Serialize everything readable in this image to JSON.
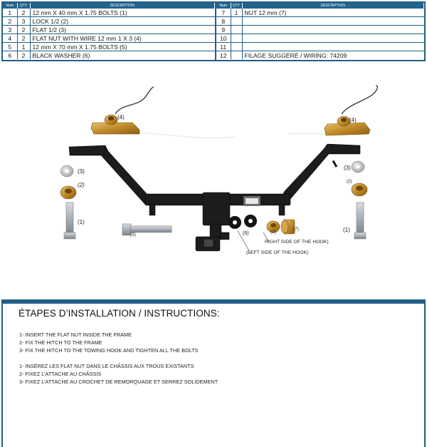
{
  "table": {
    "headers": {
      "num": "Num",
      "qty": "QTY",
      "description": "DESCRIPTION"
    },
    "left": [
      {
        "num": "1",
        "qty": "2",
        "description": "12 mm X 40 mm X 1.75 BOLTS (1)"
      },
      {
        "num": "2",
        "qty": "3",
        "description": "LOCK 1/2 (2)"
      },
      {
        "num": "3",
        "qty": "2",
        "description": "FLAT 1/2 (3)"
      },
      {
        "num": "4",
        "qty": "2",
        "description": "FLAT NUT WITH WIRE 12 mm  1 X 3 (4)"
      },
      {
        "num": "5",
        "qty": "1",
        "description": "12 mm X 70 mm X 1.75 BOLTS (5)"
      },
      {
        "num": "6",
        "qty": "2",
        "description": "BLACK WASHER (6)"
      }
    ],
    "right": [
      {
        "num": "7",
        "qty": "1",
        "description": "NUT 12 mm (7)"
      },
      {
        "num": "8",
        "qty": "",
        "description": ""
      },
      {
        "num": "9",
        "qty": "",
        "description": ""
      },
      {
        "num": "10",
        "qty": "",
        "description": ""
      },
      {
        "num": "11",
        "qty": "",
        "description": ""
      },
      {
        "num": "12",
        "qty": "",
        "description": "FILAGE SUGGÉRÉ / WIRING: 74209"
      }
    ]
  },
  "diagram": {
    "labels": {
      "flat_nut_left": "(4)",
      "flat_nut_right": "(4)",
      "washer_left": "(3)",
      "washer_right": "(3)",
      "lock_left": "(2)",
      "lock_right": "(2)",
      "bolt_left": "(1)",
      "bolt_right": "(1)",
      "long_bolt": "(5)",
      "black_washer": "(6)",
      "lock_center": "(2)",
      "nut": "(7)",
      "right_side": "RIGHT SIDE OF THE HOOK)",
      "left_side": "(LEFT SIDE OF THE HOOK)"
    }
  },
  "instructions": {
    "title": "ÉTAPES D’INSTALLATION / INSTRUCTIONS:",
    "en": [
      "1- INSERT THE FLAT NUT INSIDE THE FRAME",
      "2-  FIX THE HITCH TO THE FRAME",
      "3- FIX THE HITCH TO THE TOWING HOOK AND TIGHTEN ALL THE BOLTS"
    ],
    "fr": [
      "1- INSÉREZ LES FLAT NUT DANS LE CHÂSSIS  AUX TROUS EXISTANTS",
      "2- FIXEZ L’ATTACHE AU CHÂSSIS",
      "3- FIXEZ L’ATTACHE AU CROCHET DE REMORQUAGE ET SERREZ SOLIDEMENT"
    ]
  },
  "colors": {
    "frame": "#1f5f86",
    "header": "#23638d",
    "brass": "#c9952f"
  }
}
